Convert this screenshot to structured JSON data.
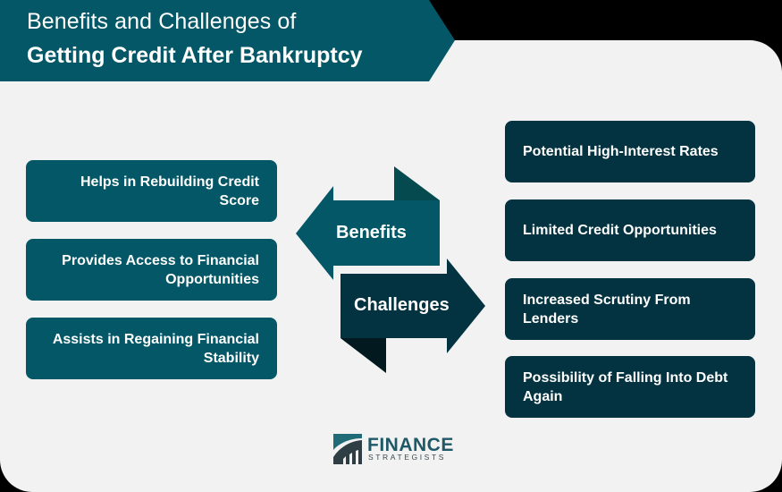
{
  "title": {
    "line1": "Benefits and Challenges of",
    "line2": "Getting Credit After Bankruptcy"
  },
  "benefits": {
    "label": "Benefits",
    "items": [
      {
        "label": "Helps in Rebuilding Credit Score"
      },
      {
        "label": "Provides Access to Financial Opportunities"
      },
      {
        "label": "Assists in Regaining Financial Stability"
      }
    ]
  },
  "challenges": {
    "label": "Challenges",
    "items": [
      {
        "label": "Potential High-Interest Rates"
      },
      {
        "label": "Limited Credit Opportunities"
      },
      {
        "label": "Increased Scrutiny From Lenders"
      },
      {
        "label": "Possibility of Falling Into Debt Again"
      }
    ]
  },
  "logo": {
    "name": "FINANCE",
    "tagline": "STRATEGISTS"
  },
  "colors": {
    "benefit_teal": "#035766",
    "benefit_fold": "#044a4f",
    "challenge_dark": "#033340",
    "challenge_fold": "#021a1f",
    "background": "#f2f2f2"
  }
}
